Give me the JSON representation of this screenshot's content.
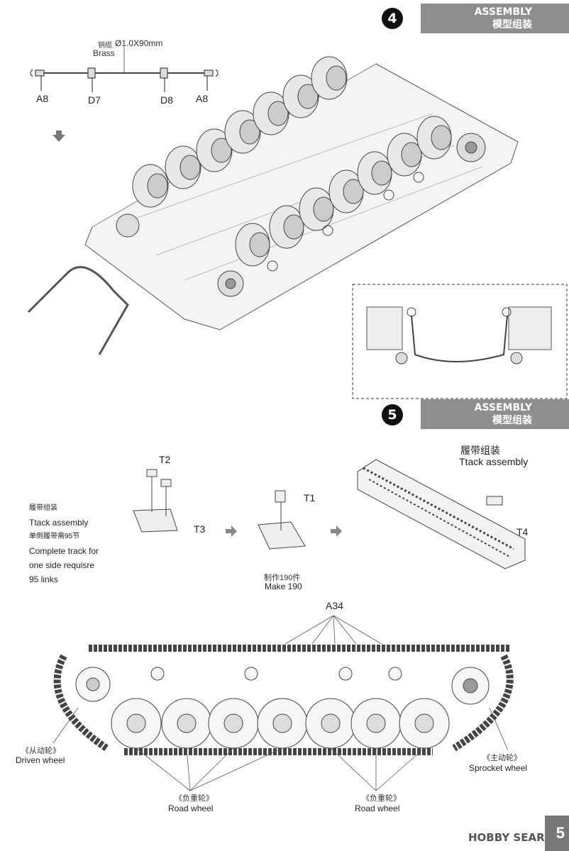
{
  "step4": {
    "number": "4",
    "title_en": "ASSEMBLY",
    "title_zh": "模型组装",
    "wire": {
      "material_zh": "铜缆",
      "size": "Ø1.0X90mm",
      "material_en": "Brass",
      "parts": [
        "A8",
        "D7",
        "D8",
        "A8"
      ]
    }
  },
  "step5": {
    "number": "5",
    "title_en": "ASSEMBLY",
    "title_zh": "模型组装",
    "notes": {
      "line1_zh": "履带组装",
      "line2_en": "Ttack assembly",
      "line3_zh": "单侧履带需95节",
      "line4_en": "Complete track for",
      "line5_en": "one side requisre",
      "line6_en": "95 links"
    },
    "parts": {
      "t1": "T1",
      "t2": "T2",
      "t3": "T3",
      "t4": "T4"
    },
    "make_zh": "制作190件",
    "make_en": "Make 190",
    "track_title_zh": "履带组装",
    "track_title_en": "Ttack assembly",
    "a34": "A34",
    "idler_zh": "《从动轮》",
    "idler_en": "Driven wheel",
    "sprocket_zh": "《主动轮》",
    "sprocket_en": "Sprocket wheel",
    "road_left_zh": "《负重轮》",
    "road_left_en": "Road wheel",
    "road_right_zh": "《负重轮》",
    "road_right_en": "Road wheel"
  },
  "footer": {
    "page": "5",
    "watermark": "HOBBY SEARCH"
  }
}
